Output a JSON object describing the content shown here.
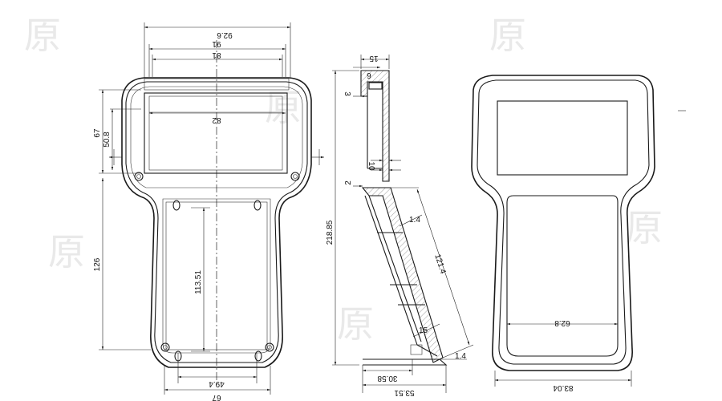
{
  "watermark": "原",
  "front_view": {
    "width_overall": "92.6",
    "width_top_1": "91",
    "width_top_2": "81",
    "window_width": "82",
    "window_height_outer": "67",
    "window_height_inner": "50.8",
    "lower_height": "126",
    "bottom_height": "113.51",
    "bottom_inner_width": "49.4",
    "bottom_overall_width": "67"
  },
  "side_view": {
    "overall_height": "218.85",
    "top_depth": "15",
    "top_step": "6",
    "wall_3": "3",
    "wall_10": "10",
    "wall_2": "2",
    "wall_14_top": "1.4",
    "slope_length": "121.4",
    "angle": "15",
    "wall_14_bottom": "1.4",
    "base_depth_1": "30.58",
    "base_depth_2": "53.51"
  },
  "back_view": {
    "inner_width": "62.8",
    "base_width": "83.04"
  }
}
